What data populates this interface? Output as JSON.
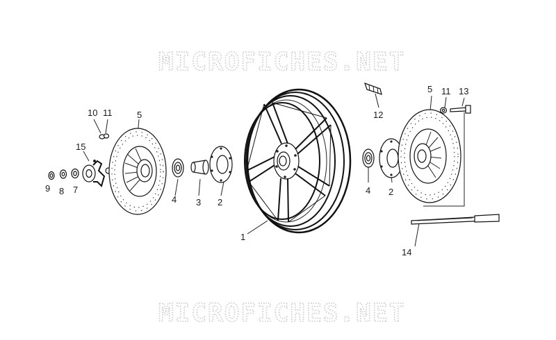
{
  "watermark": "MICROFICHES.NET",
  "labels": {
    "p1": "1",
    "p2a": "2",
    "p2b": "2",
    "p3": "3",
    "p4a": "4",
    "p4b": "4",
    "p5a": "5",
    "p5b": "5",
    "p7": "7",
    "p8": "8",
    "p9": "9",
    "p10": "10",
    "p11a": "11",
    "p11b": "11",
    "p12": "12",
    "p13": "13",
    "p14": "14",
    "p15": "15"
  }
}
